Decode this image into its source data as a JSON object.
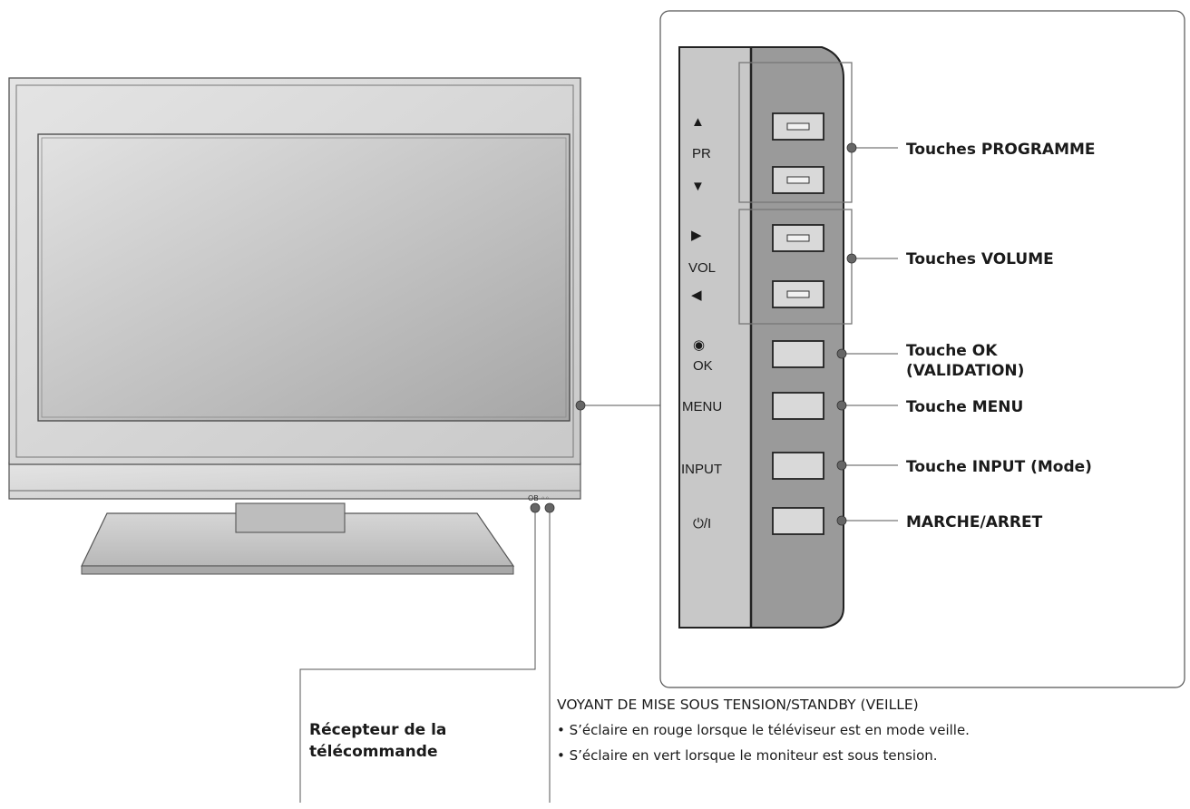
{
  "panel": {
    "pr_up": "▲",
    "pr_label": "PR",
    "pr_down": "▼",
    "vol_up": "▶",
    "vol_label": "VOL",
    "vol_down": "◀",
    "ok_symbol": "◉",
    "ok_label": "OK",
    "menu_label": "MENU",
    "input_label": "INPUT",
    "power_label": "⏻/I"
  },
  "tv": {
    "indicator_mark": "OB ◦◦"
  },
  "callouts": {
    "programme": "Touches PROGRAMME",
    "volume": "Touches VOLUME",
    "ok_line1": "Touche OK",
    "ok_line2": "(VALIDATION)",
    "menu": "Touche MENU",
    "input": "Touche INPUT (Mode)",
    "power": "MARCHE/ARRET"
  },
  "bottom": {
    "receiver_line1": "Récepteur de la",
    "receiver_line2": "télécommande",
    "indicator_title": "VOYANT DE MISE SOUS TENSION/STANDBY (VEILLE)",
    "bullet1": "• S’éclaire en rouge lorsque le téléviseur est en mode veille.",
    "bullet2": "• S’éclaire en vert lorsque le moniteur est sous tension."
  },
  "colors": {
    "panel_light": "#c8c8c8",
    "panel_dark": "#9a9a9a",
    "button_face": "#d9d9d9",
    "line": "#555555",
    "bezel": "#d4d4d4"
  }
}
